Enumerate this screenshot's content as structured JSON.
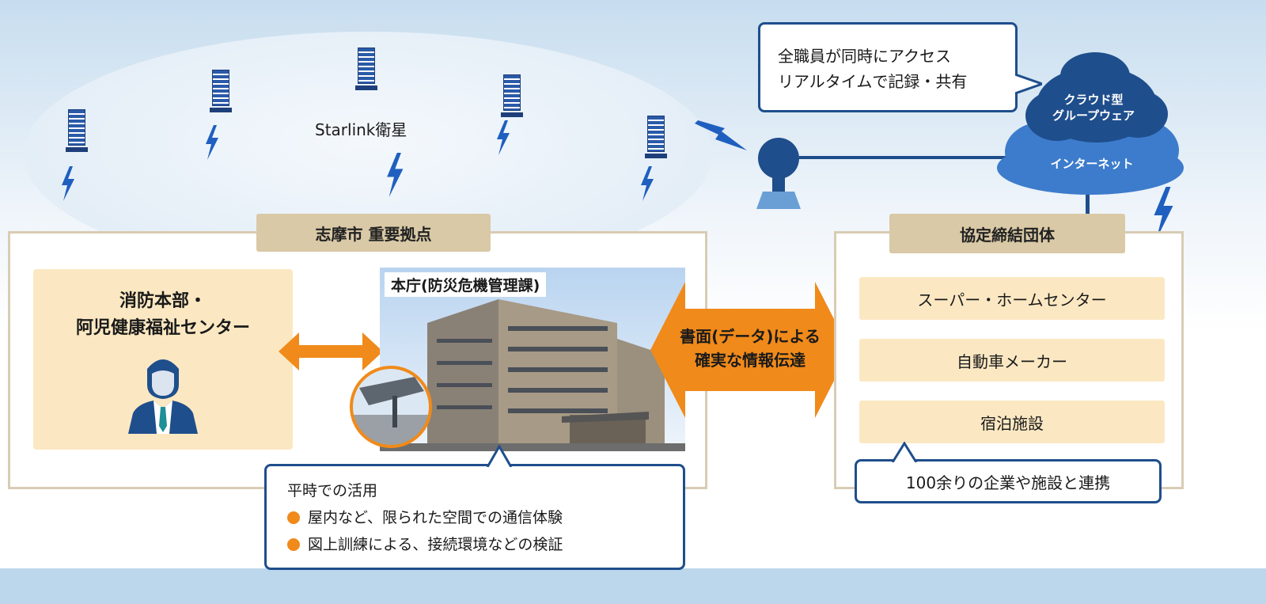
{
  "satellite_label": "Starlink衛星",
  "cloud": {
    "groupware": "クラウド型\nグループウェア",
    "internet": "インターネット"
  },
  "access_callout": {
    "line1": "全職員が同時にアクセス",
    "line2": "リアルタイムで記録・共有"
  },
  "left_panel": {
    "tag": "志摩市 重要拠点",
    "fire_dept": {
      "line1": "消防本部・",
      "line2": "阿児健康福祉センター"
    },
    "city_hall_label": "本庁(防災危機管理課)"
  },
  "center_arrow_text": {
    "line1": "書面(データ)による",
    "line2": "確実な情報伝達"
  },
  "peacetime": {
    "title": "平時での活用",
    "items": [
      "屋内など、限られた空間での通信体験",
      "図上訓練による、接続環境などの検証"
    ]
  },
  "right_panel": {
    "tag": "協定締結団体",
    "items": [
      "スーパー・ホームセンター",
      "自動車メーカー",
      "宿泊施設"
    ],
    "footer": "100余りの企業や施設と連携"
  },
  "colors": {
    "navy": "#1f4e8c",
    "orange": "#f08a1a",
    "cream": "#fbe8c2",
    "tan": "#d9c9a6",
    "cloud_blue": "#2f6fc0"
  }
}
